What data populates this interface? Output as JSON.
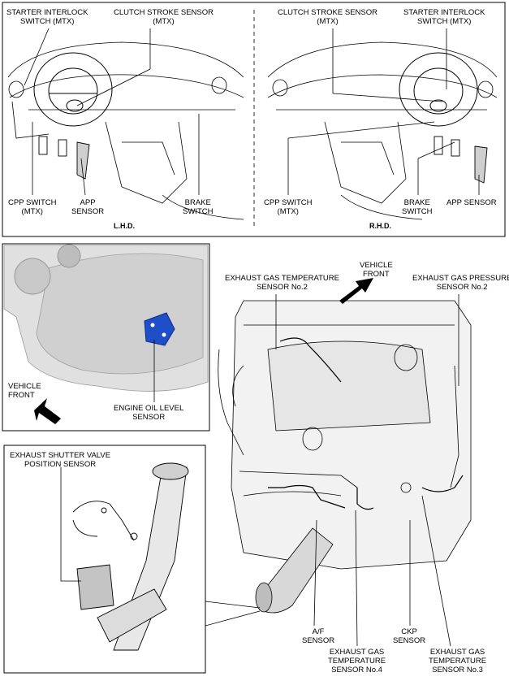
{
  "top_panel": {
    "lhd": {
      "starter_interlock": "STARTER INTERLOCK\nSWITCH (MTX)",
      "clutch_stroke": "CLUTCH STROKE SENSOR\n(MTX)",
      "cpp_switch": "CPP SWITCH\n(MTX)",
      "app_sensor": "APP\nSENSOR",
      "brake_switch": "BRAKE\nSWITCH",
      "hand_label": "L.H.D."
    },
    "rhd": {
      "clutch_stroke": "CLUTCH STROKE SENSOR\n(MTX)",
      "starter_interlock": "STARTER INTERLOCK\nSWITCH (MTX)",
      "cpp_switch": "CPP SWITCH\n(MTX)",
      "brake_switch": "BRAKE\nSWITCH",
      "app_sensor": "APP SENSOR",
      "hand_label": "R.H.D."
    }
  },
  "oil_level_panel": {
    "vehicle_front": "VEHICLE\nFRONT",
    "sensor": "ENGINE OIL LEVEL\nSENSOR"
  },
  "engine_panel": {
    "vehicle_front": "VEHICLE\nFRONT",
    "egt2": "EXHAUST GAS TEMPERATURE\nSENSOR No.2",
    "egp2": "EXHAUST GAS PRESSURE\nSENSOR No.2",
    "af": "A/F\nSENSOR",
    "ckp": "CKP\nSENSOR",
    "egt4": "EXHAUST GAS\nTEMPERATURE\nSENSOR No.4",
    "egt3": "EXHAUST GAS\nTEMPERATURE\nSENSOR No.3"
  },
  "shutter_panel": {
    "sensor": "EXHAUST SHUTTER VALVE\nPOSITION SENSOR"
  },
  "colors": {
    "highlight": "#1f4fc8",
    "line": "#000000",
    "shade": "#d9d9d9"
  }
}
